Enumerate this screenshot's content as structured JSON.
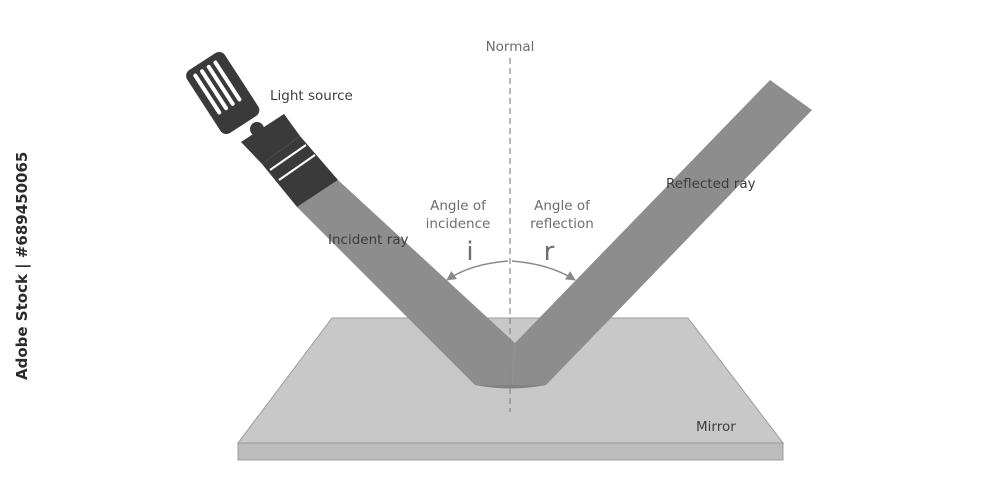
{
  "labels": {
    "normal": "Normal",
    "light_source": "Light source",
    "incident_ray": "Incident ray",
    "reflected_ray": "Reflected ray",
    "angle_incidence_line1": "Angle of",
    "angle_incidence_line2": "incidence",
    "angle_reflection_line1": "Angle of",
    "angle_reflection_line2": "reflection",
    "symbol_i": "i",
    "symbol_r": "r",
    "mirror": "Mirror"
  },
  "watermark": "Adobe Stock | #689450065",
  "colors": {
    "ray": "#8d8d8d",
    "mirror_top": "#c8c8c8",
    "mirror_edge": "#b9b9b9",
    "flashlight": "#3a3a3a",
    "text": "#6d6d6d"
  },
  "icons": [
    "flashlight-icon"
  ]
}
